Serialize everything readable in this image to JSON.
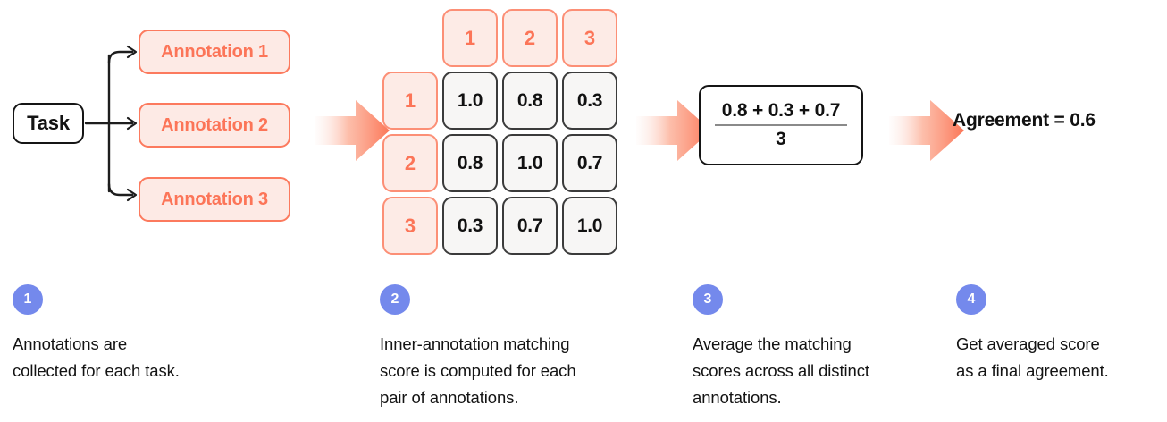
{
  "colors": {
    "accent_salmon": "#fc7558",
    "accent_salmon_border": "#fc7a5e",
    "accent_salmon_fill": "#fdeae5",
    "badge_periwinkle": "#7489ec",
    "ink": "#111111",
    "cell_fill": "#f7f6f5",
    "cell_border": "#3b3b3b",
    "background": "#ffffff"
  },
  "task": {
    "label": "Task"
  },
  "annotations": [
    {
      "label": "Annotation 1"
    },
    {
      "label": "Annotation 2"
    },
    {
      "label": "Annotation 3"
    }
  ],
  "matrix": {
    "column_headers": [
      "1",
      "2",
      "3"
    ],
    "row_headers": [
      "1",
      "2",
      "3"
    ],
    "rows": [
      [
        "1.0",
        "0.8",
        "0.3"
      ],
      [
        "0.8",
        "1.0",
        "0.7"
      ],
      [
        "0.3",
        "0.7",
        "1.0"
      ]
    ]
  },
  "formula": {
    "numerator": "0.8 + 0.3 + 0.7",
    "denominator": "3"
  },
  "result": {
    "text": "Agreement = 0.6"
  },
  "steps": [
    {
      "number": "1",
      "text": "Annotations are\ncollected for each task."
    },
    {
      "number": "2",
      "text": "Inner-annotation matching\nscore is computed for each\npair of annotations."
    },
    {
      "number": "3",
      "text": "Average the matching\nscores across all distinct\nannotations."
    },
    {
      "number": "4",
      "text": "Get averaged score\nas a final agreement."
    }
  ],
  "icons": {
    "flow_arrow": "block-arrow-right-icon",
    "branch_connector": "branch-arrow-icon"
  }
}
